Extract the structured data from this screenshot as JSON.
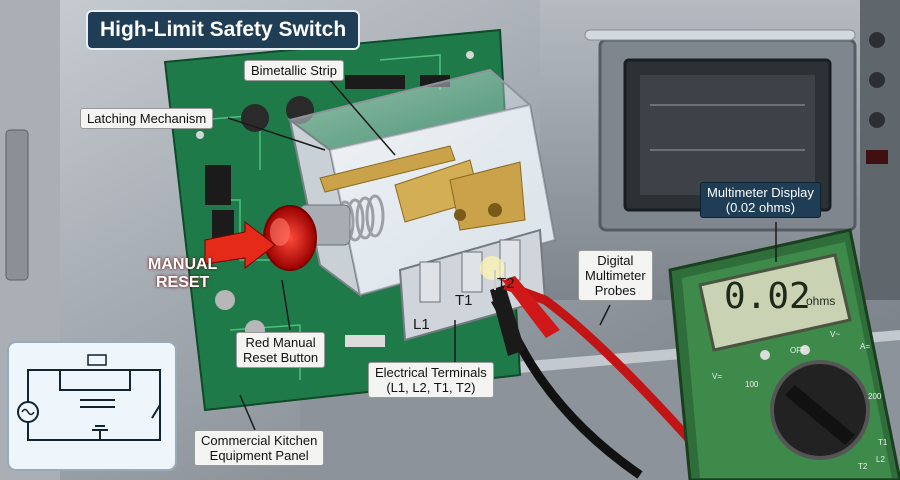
{
  "title": "High-Limit Safety Switch",
  "labels": {
    "bimetallic_strip": "Bimetallic Strip",
    "latching_mechanism": "Latching Mechanism",
    "manual_reset_line1": "MANUAL",
    "manual_reset_line2": "RESET",
    "red_button_line1": "Red Manual",
    "red_button_line2": "Reset Button",
    "terminals_line1": "Electrical Terminals",
    "terminals_line2": "(L1, L2, T1, T2)",
    "panel_line1": "Commercial Kitchen",
    "panel_line2": "Equipment Panel",
    "probes_line1": "Digital",
    "probes_line2": "Multimeter",
    "probes_line3": "Probes",
    "display_line1": "Multimeter Display",
    "display_line2": "(0.02 ohms)"
  },
  "terminals": [
    "L1",
    "T1",
    "T2"
  ],
  "multimeter": {
    "reading": "0.02",
    "unit": "ohms",
    "dial_labels": [
      "V=",
      "V~",
      "A=",
      "OFF",
      "100",
      "200",
      "T1",
      "T2",
      "L2"
    ]
  },
  "colors": {
    "title_bg": "#1f3d55",
    "pcb_green": "#1f7a4a",
    "button_red": "#d01818",
    "multimeter_green": "#3d8a4a",
    "lcd_bg": "#c9d3b4",
    "brass": "#c9a24a"
  }
}
